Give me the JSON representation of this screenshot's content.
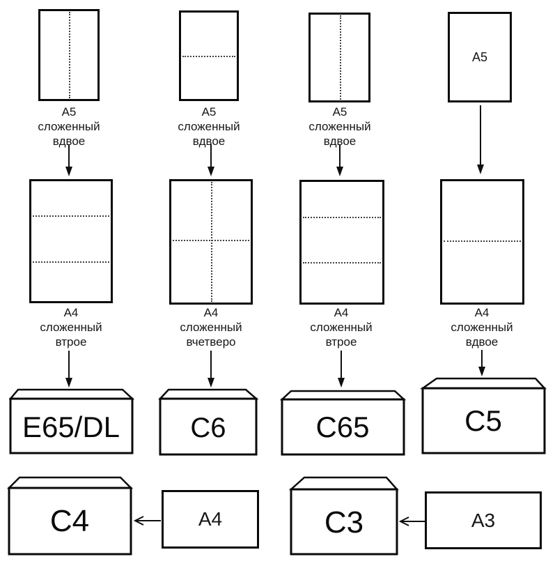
{
  "colors": {
    "c4_fill": "#f9a8a8",
    "c4_stroke": "#2a0a0a",
    "c4_text": "#2a0a0a",
    "line": "#0a0a0a"
  },
  "columns": [
    {
      "top_caption": {
        "l1": "А5",
        "l2": "сложенный",
        "l3": "вдвое"
      },
      "mid_caption": {
        "l1": "А4",
        "l2": "сложенный",
        "l3": "втрое"
      },
      "envelope": "E65/DL"
    },
    {
      "top_caption": {
        "l1": "А5",
        "l2": "сложенный",
        "l3": "вдвое"
      },
      "mid_caption": {
        "l1": "А4",
        "l2": "сложенный",
        "l3": "вчетверо"
      },
      "envelope": "С6"
    },
    {
      "top_caption": {
        "l1": "А5",
        "l2": "сложенный",
        "l3": "вдвое"
      },
      "mid_caption": {
        "l1": "А4",
        "l2": "сложенный",
        "l3": "втрое"
      },
      "envelope": "С65"
    },
    {
      "top_paper_label": "А5",
      "mid_caption": {
        "l1": "А4",
        "l2": "сложенный",
        "l3": "вдвое"
      },
      "envelope": "С5"
    }
  ],
  "bottom_row": {
    "c4_envelope": "С4",
    "c4_source": "А4",
    "c3_envelope": "С3",
    "c3_source": "А3"
  }
}
